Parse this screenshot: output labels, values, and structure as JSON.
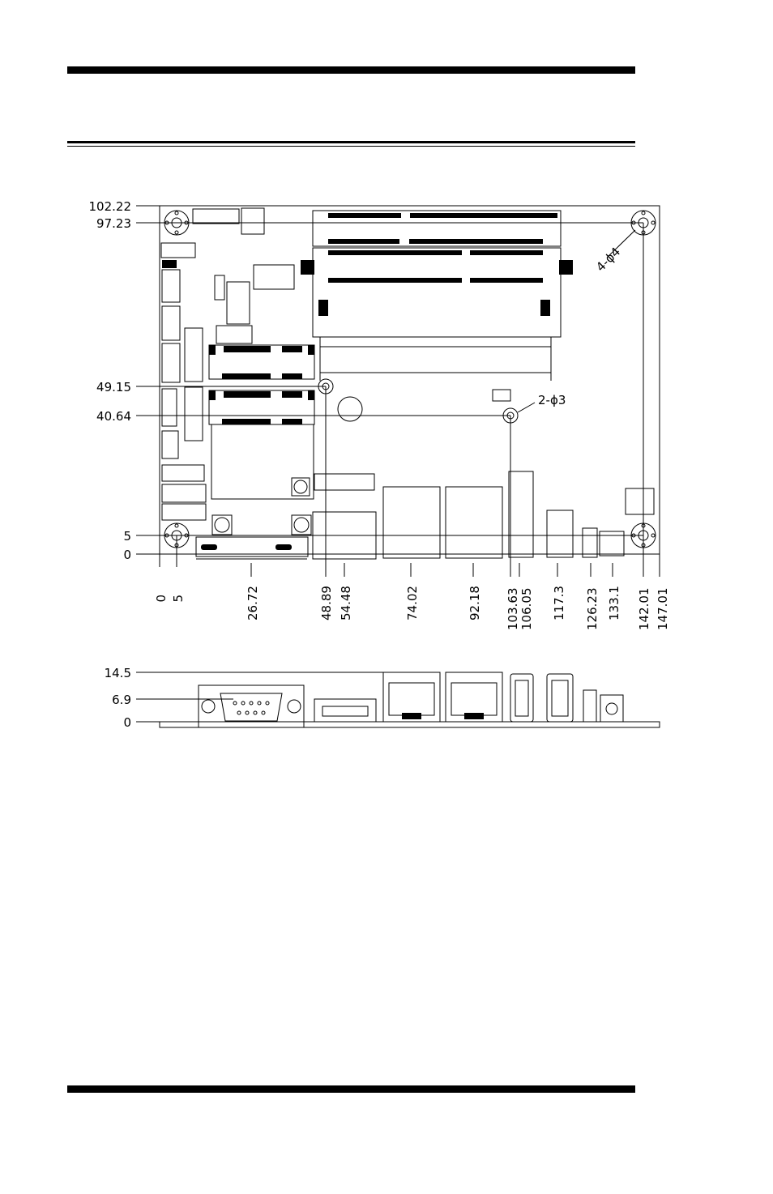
{
  "header": {},
  "top_view": {
    "y_dimensions": [
      "102.22",
      "97.23",
      "49.15",
      "40.64",
      "5",
      "0"
    ],
    "x_dimensions": [
      "0",
      "5",
      "26.72",
      "48.89",
      "54.48",
      "74.02",
      "92.18",
      "103.63",
      "106.05",
      "117.3",
      "126.23",
      "133.1",
      "142.01",
      "147.01"
    ],
    "callouts": {
      "mount_holes": "4-ϕ4",
      "small_holes": "2-ϕ3"
    }
  },
  "side_view": {
    "y_dimensions": [
      "14.5",
      "6.9",
      "0"
    ]
  },
  "colors": {
    "ink": "#000000",
    "paper": "#ffffff"
  }
}
